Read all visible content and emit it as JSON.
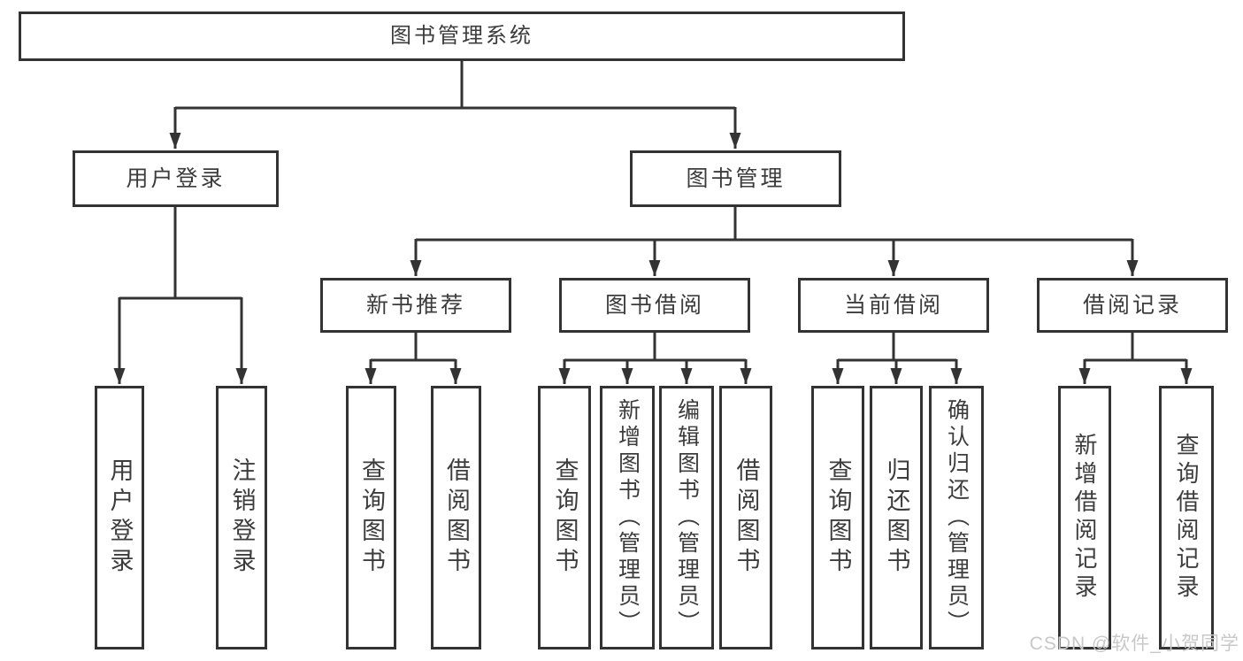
{
  "tree": {
    "root": {
      "label": "图书管理系统"
    },
    "branches": [
      {
        "label": "用户登录",
        "leaves": [
          {
            "label": "用户登录"
          },
          {
            "label": "注销登录"
          }
        ]
      },
      {
        "label": "图书管理",
        "groups": [
          {
            "label": "新书推荐",
            "leaves": [
              {
                "label": "查询图书"
              },
              {
                "label": "借阅图书"
              }
            ]
          },
          {
            "label": "图书借阅",
            "leaves": [
              {
                "label": "查询图书"
              },
              {
                "label": "新增图书（管理员）"
              },
              {
                "label": "编辑图书（管理员）"
              },
              {
                "label": "借阅图书"
              }
            ]
          },
          {
            "label": "当前借阅",
            "leaves": [
              {
                "label": "查询图书"
              },
              {
                "label": "归还图书"
              },
              {
                "label": "确认归还（管理员）"
              }
            ]
          },
          {
            "label": "借阅记录",
            "leaves": [
              {
                "label": "新增借阅记录"
              },
              {
                "label": "查询借阅记录"
              }
            ]
          }
        ]
      }
    ]
  },
  "watermark": {
    "text": "CSDN @软件_小贺同学"
  },
  "colors": {
    "line": "#333333",
    "text": "#3c3c3c",
    "box_border": "#333333",
    "box_fill": "#ffffff",
    "background": "#ffffff",
    "watermark": "#c8c8c8"
  }
}
